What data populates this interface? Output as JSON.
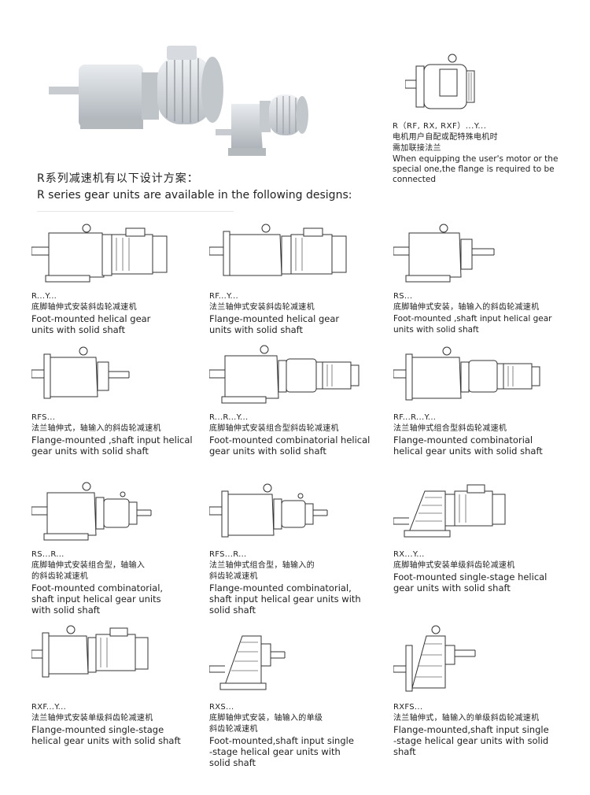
{
  "intro": {
    "title_cn": "R系列减速机有以下设计方案：",
    "title_en": "R series gear units are available in the following designs:"
  },
  "note": {
    "code": "R（RF, RX, RXF）...Y...",
    "cn_line1": "电机用户自配或配特殊电机时",
    "cn_line2": "需加联接法兰",
    "en_line1": "When equipping the user's motor or the",
    "en_line2": "special one,the flange is required to be",
    "en_line3": "connected"
  },
  "designs": [
    {
      "code": "R...Y...",
      "cn": [
        "底脚轴伸式安装斜齿轮减速机"
      ],
      "en": [
        "Foot-mounted helical gear",
        "units with solid shaft"
      ]
    },
    {
      "code": "RF...Y...",
      "cn": [
        "法兰轴伸式安装斜齿轮减速机"
      ],
      "en": [
        "Flange-mounted helical gear",
        "units with solid shaft"
      ]
    },
    {
      "code": "RS...",
      "cn": [
        "底脚轴伸式安装，轴输入的斜齿轮减速机"
      ],
      "en": [
        "Foot-mounted ,shaft input helical gear",
        "units with solid shaft"
      ]
    },
    {
      "code": "RFS...",
      "cn": [
        "法兰轴伸式，轴输入的斜齿轮减速机"
      ],
      "en": [
        "Flange-mounted ,shaft input helical",
        "gear units with solid shaft"
      ]
    },
    {
      "code": "R...R...Y...",
      "cn": [
        "底脚轴伸式安装组合型斜齿轮减速机"
      ],
      "en": [
        "Foot-mounted combinatorial helical",
        "gear units with solid shaft"
      ]
    },
    {
      "code": "RF...R...Y...",
      "cn": [
        "法兰轴伸式组合型斜齿轮减速机"
      ],
      "en": [
        "Flange-mounted combinatorial",
        "helical gear units with solid shaft"
      ]
    },
    {
      "code": "RS...R...",
      "cn": [
        "底脚轴伸式安装组合型，轴输入",
        "的斜齿轮减速机"
      ],
      "en": [
        "Foot-mounted combinatorial,",
        "shaft input helical gear units",
        "with solid shaft"
      ]
    },
    {
      "code": "RFS...R...",
      "cn": [
        "法兰轴伸式组合型，轴输入的",
        "斜齿轮减速机"
      ],
      "en": [
        "Flange-mounted combinatorial,",
        "shaft input helical gear units with",
        "solid shaft"
      ]
    },
    {
      "code": "RX...Y...",
      "cn": [
        "底脚轴伸式安装单级斜齿轮减速机"
      ],
      "en": [
        "Foot-mounted single-stage helical",
        "gear units with solid shaft"
      ]
    },
    {
      "code": "RXF...Y...",
      "cn": [
        "法兰轴伸式安装单级斜齿轮减速机"
      ],
      "en": [
        "Flange-mounted single-stage",
        "helical gear units with solid shaft"
      ]
    },
    {
      "code": "RXS...",
      "cn": [
        "底脚轴伸式安装，轴输入的单级",
        "斜齿轮减速机"
      ],
      "en": [
        "Foot-mounted,shaft input single",
        "-stage  helical gear units with",
        "solid shaft"
      ]
    },
    {
      "code": "RXFS...",
      "cn": [
        "法兰轴伸式，轴输入的单级斜齿轮减速机"
      ],
      "en": [
        "Flange-mounted,shaft input single",
        "-stage  helical gear units with solid",
        "shaft"
      ]
    }
  ]
}
